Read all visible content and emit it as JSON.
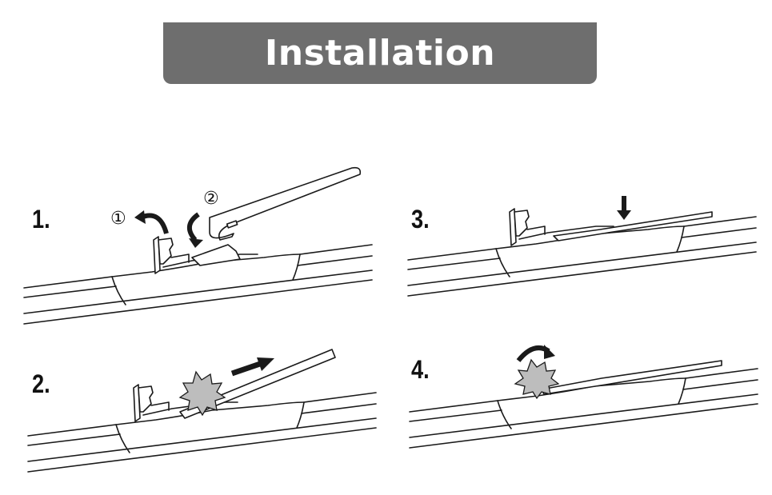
{
  "header": {
    "title": "Installation"
  },
  "steps": [
    {
      "label": "1.",
      "markers": [
        "①",
        "②"
      ]
    },
    {
      "label": "2."
    },
    {
      "label": "3."
    },
    {
      "label": "4."
    }
  ],
  "colors": {
    "header_bg": "#6e6e6e",
    "line": "#1a1a1a",
    "burst": "#bdbdbd"
  }
}
